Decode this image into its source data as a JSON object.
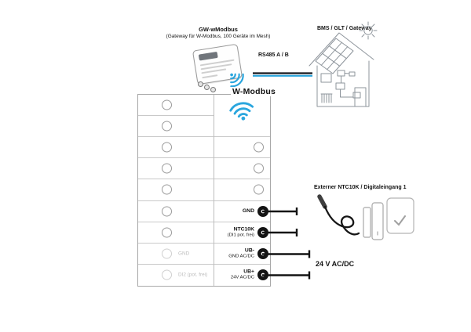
{
  "colors": {
    "accent_blue": "#2aa6de",
    "line_gray": "#8d949b",
    "wire_black": "#141414"
  },
  "header": {
    "gateway_title": "GW-wModbus",
    "gateway_subtitle": "(Gateway für W-Modbus, 100 Geräte im Mesh)",
    "bus_label": "RS485 A / B",
    "building_label": "BMS / GLT / Gateway"
  },
  "terminal_block": {
    "wireless_label": "W-Modbus",
    "right_terminals": [
      {
        "label": "GND",
        "sub": ""
      },
      {
        "label": "NTC10K",
        "sub": "(DI1 pot. frei)"
      },
      {
        "label": "UB-",
        "sub": "GND AC/DC"
      },
      {
        "label": "UB+",
        "sub": "24V AC/DC"
      }
    ],
    "left_terminals": [
      {
        "label": "GND"
      },
      {
        "label": "DI2 (pot. frei)"
      }
    ]
  },
  "external": {
    "label": "Externer NTC10K / Digitaleingang 1",
    "power_label": "24 V AC/DC"
  }
}
